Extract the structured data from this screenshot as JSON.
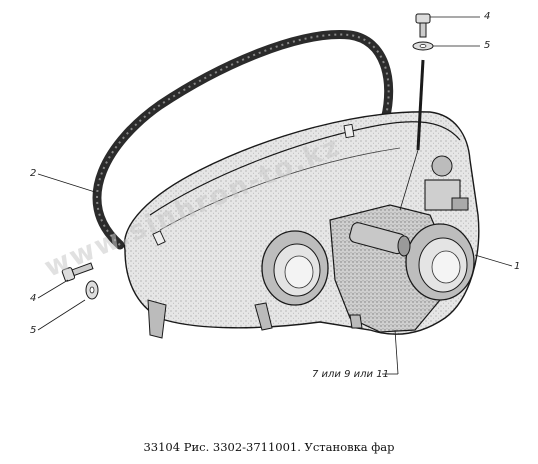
{
  "caption": "33104 Рис. 3302-3711001. Установка фар",
  "watermark": "www.sinhron-to.kz",
  "callouts": [
    {
      "id": "1",
      "text": "1"
    },
    {
      "id": "2",
      "text": "2"
    },
    {
      "id": "3",
      "text": "7 или 9 или 11"
    },
    {
      "id": "4a",
      "text": "4"
    },
    {
      "id": "5a",
      "text": "5"
    },
    {
      "id": "4b",
      "text": "4"
    },
    {
      "id": "5b",
      "text": "5"
    }
  ],
  "colors": {
    "line": "#1a1a1a",
    "body": "#d9d9d9",
    "tube": "#2b2b2b"
  }
}
